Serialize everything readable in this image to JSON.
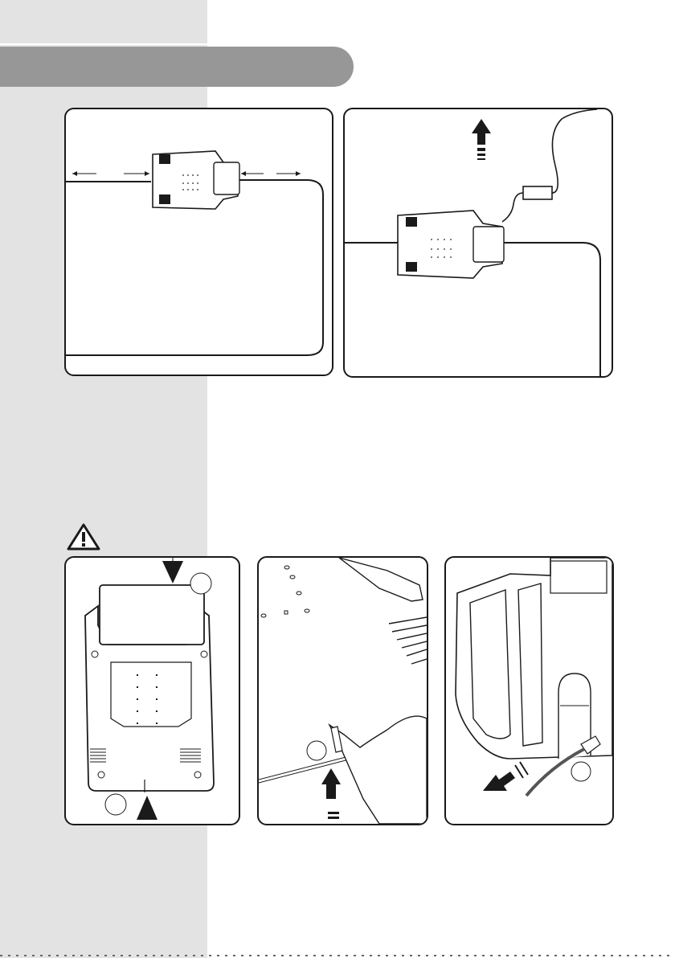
{
  "header": {
    "title": ""
  },
  "figures": [
    {
      "id": "figure-1",
      "description_visible": ""
    },
    {
      "id": "figure-2",
      "description_visible": ""
    },
    {
      "id": "figure-3",
      "description_visible": ""
    },
    {
      "id": "figure-4",
      "description_visible": ""
    },
    {
      "id": "figure-5",
      "description_visible": ""
    }
  ],
  "icons": {
    "warning": "warning-triangle-icon",
    "up_arrow": "up-arrow-icon",
    "pull_arrow": "pull-arrow-icon"
  },
  "colors": {
    "side_band": "#e3e3e3",
    "header_bar": "#979797",
    "line": "#1a1a1a"
  }
}
